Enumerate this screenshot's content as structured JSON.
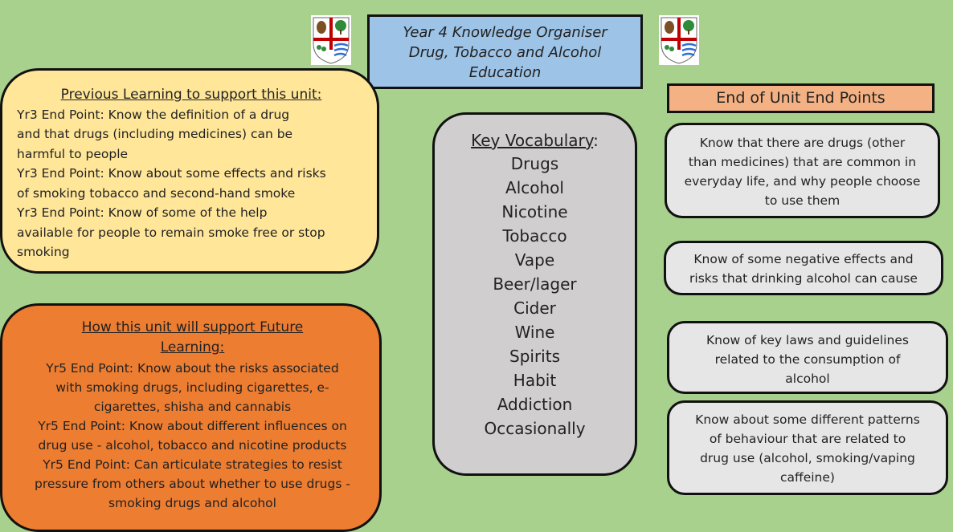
{
  "title": {
    "lines": [
      "Year 4 Knowledge Organiser",
      "Drug, Tobacco and Alcohol",
      "Education"
    ]
  },
  "previous": {
    "heading": "Previous Learning to support this unit:",
    "lines": [
      "Yr3 End Point:  Know the definition of a drug",
      "and that drugs (including medicines) can be",
      "harmful to people",
      "Yr3 End Point: Know about some effects and risks",
      "of smoking tobacco and second-hand smoke",
      "Yr3 End Point: Know of some of the help",
      "available for people to remain smoke free or stop",
      "smoking"
    ]
  },
  "future": {
    "heading_lines": [
      "How this unit will support Future",
      "Learning:"
    ],
    "lines": [
      "Yr5 End Point: Know about the risks associated",
      "with smoking drugs, including cigarettes, e-",
      "cigarettes, shisha and cannabis",
      "Yr5 End Point: Know about different influences on",
      "drug use - alcohol, tobacco and nicotine products",
      "Yr5 End Point: Can articulate strategies to resist",
      "pressure from others about whether to use drugs -",
      "smoking drugs and alcohol"
    ]
  },
  "vocabulary": {
    "heading": "Key Vocabulary",
    "words": [
      "Drugs",
      "Alcohol",
      "Nicotine",
      "Tobacco",
      "Vape",
      "Beer/lager",
      "Cider",
      "Wine",
      "Spirits",
      "Habit",
      "Addiction",
      "Occasionally"
    ]
  },
  "end_points": {
    "title": "End of Unit End Points",
    "items": [
      [
        "Know that there are drugs (other",
        "than medicines) that are common in",
        "everyday life, and why people choose",
        "to use them"
      ],
      [
        "Know of some negative effects and",
        "risks that drinking alcohol can cause"
      ],
      [
        "Know of key laws and guidelines",
        "related to the consumption of",
        "alcohol"
      ],
      [
        "Know about some different patterns",
        "of behaviour that are related to",
        "drug use (alcohol, smoking/vaping",
        "caffeine)"
      ]
    ]
  },
  "colors": {
    "background": "#a9d18e",
    "title_box": "#9dc3e6",
    "previous_box": "#ffe699",
    "future_box": "#ed7d31",
    "vocab_box": "#d0cece",
    "end_points_title": "#f4b183",
    "end_point_box": "#e7e6e6"
  },
  "icons": [
    "school-crest-icon"
  ]
}
